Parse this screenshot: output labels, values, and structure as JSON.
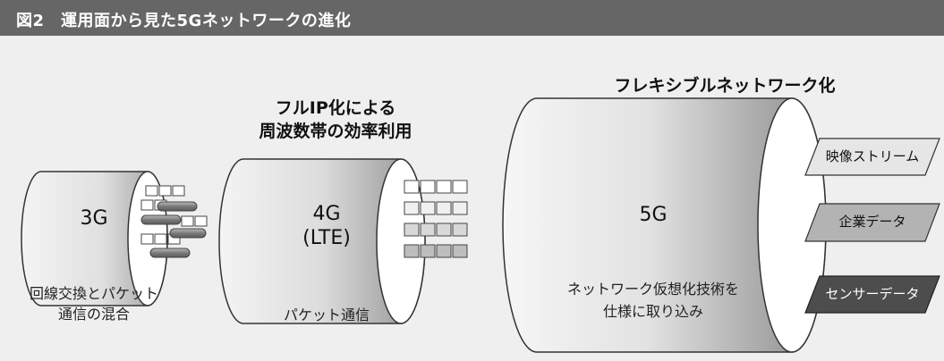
{
  "title": "図2　運用面から見た5Gネットワークの進化",
  "pipes": [
    {
      "name": "3G",
      "caption_line1": "回線交換とパケット",
      "caption_line2": "通信の混合"
    },
    {
      "name_line1": "4G",
      "name_line2": "(LTE)",
      "heading_line1": "フルIP化による",
      "heading_line2": "周波数帯の効率利用",
      "caption": "パケット通信"
    },
    {
      "name": "5G",
      "heading": "フレキシブルネットワーク化",
      "caption_line1": "ネットワーク仮想化技術を",
      "caption_line2": "仕様に取り込み"
    }
  ],
  "streams": [
    {
      "label": "映像ストリーム",
      "color": "#e6e6e6"
    },
    {
      "label": "企業データ",
      "color": "#b3b3b3"
    },
    {
      "label": "センサーデータ",
      "color": "#4d4d4d"
    }
  ]
}
